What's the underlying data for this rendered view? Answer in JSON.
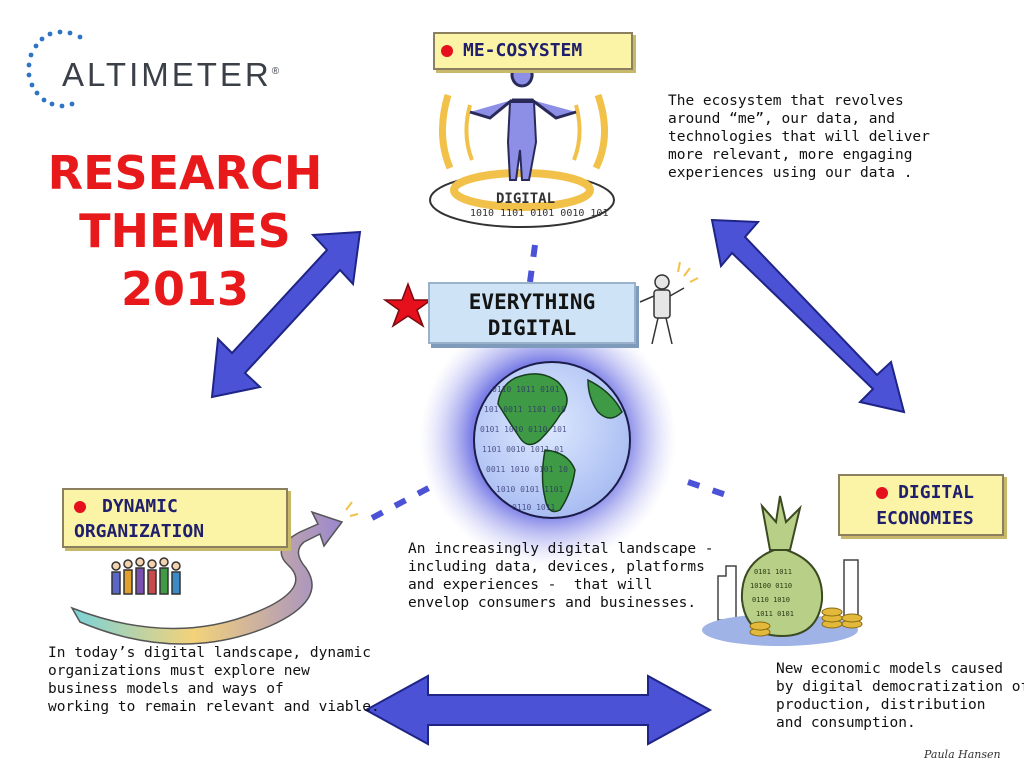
{
  "brand": {
    "name": "ALTIMETER",
    "mark": "®"
  },
  "title": {
    "line1": "RESEARCH",
    "line2": "THEMES",
    "line3": "2013"
  },
  "center": {
    "label_line1": "EVERYTHING",
    "label_line2": "DIGITAL",
    "desc": "An increasingly digital landscape -\nincluding data, devices, platforms\nand experiences -  that will\nenvelop consumers and businesses."
  },
  "themes": {
    "mecosystem": {
      "label": "ME-COSYSTEM",
      "desc": "The ecosystem that revolves\naround “me”, our data, and\ntechnologies that will deliver\nmore relevant, more engaging\nexperiences using our data ."
    },
    "dynamic": {
      "label_line1": "DYNAMIC",
      "label_line2": "ORGANIZATION",
      "desc": "In today’s digital landscape, dynamic\norganizations must explore new\nbusiness models and ways of\nworking to remain relevant and viable."
    },
    "economies": {
      "label_line1": "DIGITAL",
      "label_line2": "ECONOMIES",
      "desc": "New economic models caused\nby digital democratization of\nproduction, distribution\nand consumption."
    }
  },
  "illustration_text": {
    "platform_word": "DIGITAL"
  },
  "signature": "Paula Hansen",
  "colors": {
    "accent_red": "#e8191b",
    "arrow_blue": "#4c52d6",
    "label_yellow": "#fbf3a6",
    "label_blue": "#cfe3f6"
  }
}
